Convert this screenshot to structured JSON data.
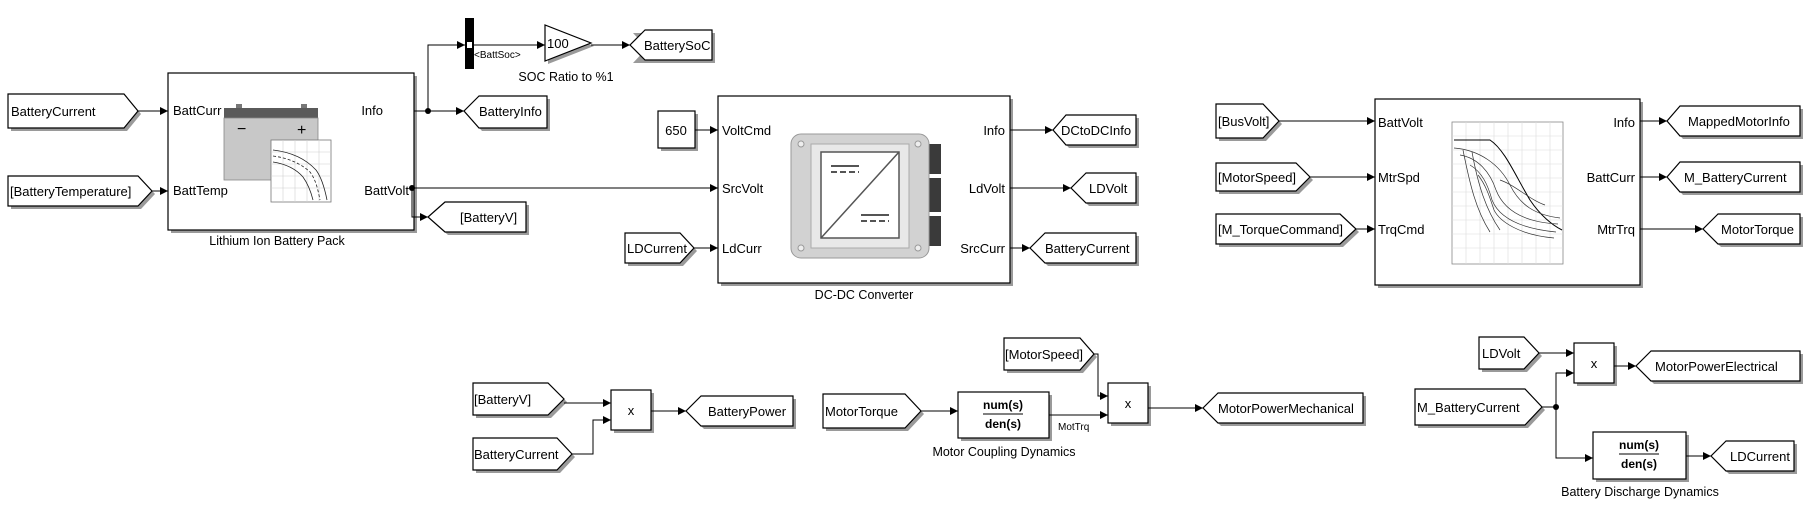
{
  "battery": {
    "caption": "Lithium Ion Battery Pack",
    "in_current": "BattCurr",
    "in_temp": "BattTemp",
    "out_info": "Info",
    "out_volt": "BattVolt",
    "minus": "−",
    "plus": "+"
  },
  "tags": {
    "battery_current_from": "BatteryCurrent",
    "battery_temperature_from": "[BatteryTemperature]",
    "battery_info_goto": "BatteryInfo",
    "battery_v_goto": "[BatteryV]",
    "battery_soc_goto": "BatterySoC",
    "dctodc_info_goto": "DCtoDCInfo",
    "ld_volt_goto": "LDVolt",
    "battery_current_goto": "BatteryCurrent",
    "ld_current_from": "LDCurrent",
    "bus_volt_from": "[BusVolt]",
    "motor_speed_from": "[MotorSpeed]",
    "torque_cmd_from": "[M_TorqueCommand]",
    "mapped_motor_info_goto": "MappedMotorInfo",
    "m_battery_current_goto": "M_BatteryCurrent",
    "motor_torque_goto": "MotorTorque",
    "battery_v_from": "[BatteryV]",
    "battery_current_from2": "BatteryCurrent",
    "battery_power_goto": "BatteryPower",
    "motor_torque_from": "MotorTorque",
    "motor_speed_from2": "[MotorSpeed]",
    "motor_power_mech_goto": "MotorPowerMechanical",
    "ld_volt_from": "LDVolt",
    "m_battery_current_from": "M_BatteryCurrent",
    "motor_power_elec_goto": "MotorPowerElectrical",
    "ld_current_goto": "LDCurrent"
  },
  "soc": {
    "bus_signal": "<BattSoc>",
    "gain": "100",
    "caption": "SOC Ratio to %1"
  },
  "dcdc": {
    "caption": "DC-DC Converter",
    "const_value": "650",
    "in_voltcmd": "VoltCmd",
    "in_srcvolt": "SrcVolt",
    "in_ldcurr": "LdCurr",
    "out_info": "Info",
    "out_ldvolt": "LdVolt",
    "out_srccurr": "SrcCurr"
  },
  "motor": {
    "in_battvolt": "BattVolt",
    "in_mtrspd": "MtrSpd",
    "in_trqcmd": "TrqCmd",
    "out_info": "Info",
    "out_battcurr": "BattCurr",
    "out_mtrtrq": "MtrTrq"
  },
  "math": {
    "product_symbol": "x",
    "tf_num": "num(s)",
    "tf_den": "den(s)",
    "mot_trq_signal": "MotTrq",
    "coupling_caption": "Motor Coupling Dynamics",
    "discharge_caption": "Battery Discharge Dynamics"
  },
  "colors": {
    "block_fill": "#ffffff",
    "block_stroke": "#000000",
    "shadow": "#9a9a9a",
    "battery_body": "#c8c8c8",
    "battery_top": "#5a5a5a",
    "converter_body": "#d2d2d2",
    "connector": "#3a3a3a"
  }
}
